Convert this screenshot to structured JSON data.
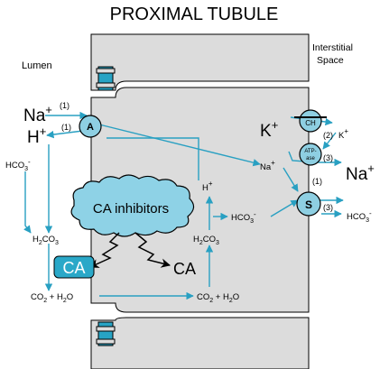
{
  "title": "PROXIMAL TUBULE",
  "labels": {
    "lumen": "Lumen",
    "interstitial_line1": "Interstitial",
    "interstitial_line2": "Space",
    "na_lumen": "Na",
    "h_lumen": "H",
    "plus": "+",
    "stoich_na_a": "(1)",
    "stoich_h_a": "(1)",
    "hco3_lumen": "HCO",
    "h2co3_lumen": "H",
    "co2_h2o_lumen": "CO  + H O",
    "ca_inhibitors": "CA inhibitors",
    "ca_lumen": "CA",
    "ca_cell": "CA",
    "h_cell": "H",
    "h2co3_cell": "H",
    "co2_h2o_cell": "CO  + H O",
    "hco3_cell": "HCO",
    "na_cell": "Na",
    "k_big": "K",
    "k_small": "K",
    "na_big": "Na",
    "hco3_right": "HCO",
    "stoich_k": "(2)",
    "stoich_na_atp": "(3)",
    "stoich_na_s": "(1)",
    "stoich_hco3_s": "(3)"
  },
  "transporters": {
    "a": "A",
    "ch": "CH",
    "atp_line1": "ATP-",
    "atp_line2": "ase",
    "s": "S"
  },
  "colors": {
    "cell_fill": "#dcdcdc",
    "cell_stroke": "#000000",
    "junction": "#27a3c4",
    "arrow": "#29a0c2",
    "transporter_fill": "#8ecfe2",
    "cloud_fill": "#8ed2e6",
    "ca_box_fill": "#2aa8c8",
    "ca_box_text": "#ffffff"
  }
}
